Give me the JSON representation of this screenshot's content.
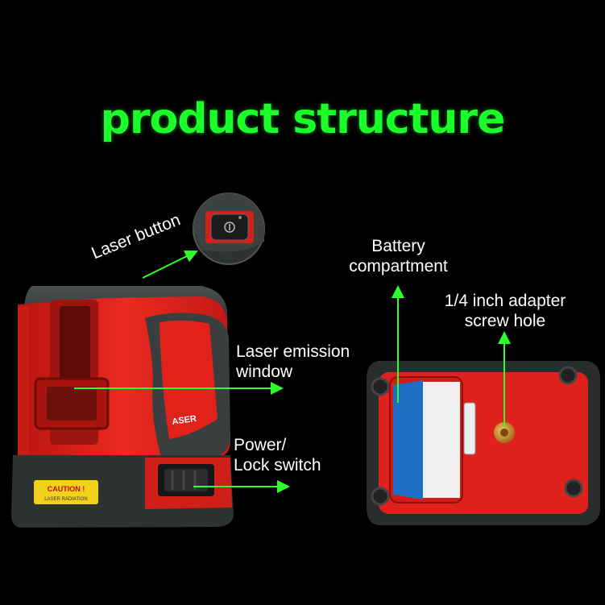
{
  "title": "product structure",
  "labels": {
    "laser_button": "Laser button",
    "laser_emission_window": [
      "Laser emission",
      "window"
    ],
    "power_lock_switch": [
      "Power/",
      "Lock switch"
    ],
    "battery_compartment": [
      "Battery",
      "compartment"
    ],
    "adapter_hole": [
      "1/4 inch adapter",
      "screw hole"
    ]
  },
  "device_markings": {
    "caution": "CAUTION !",
    "laser_radiation": "LASER RADIATION",
    "side_logo": "ASER"
  },
  "colors": {
    "title_green": "#1aff2a",
    "arrow_green": "#2cff2c",
    "body_red": "#e3231d",
    "body_gray": "#3b3f40",
    "label_blue": "#1e6fc4"
  }
}
